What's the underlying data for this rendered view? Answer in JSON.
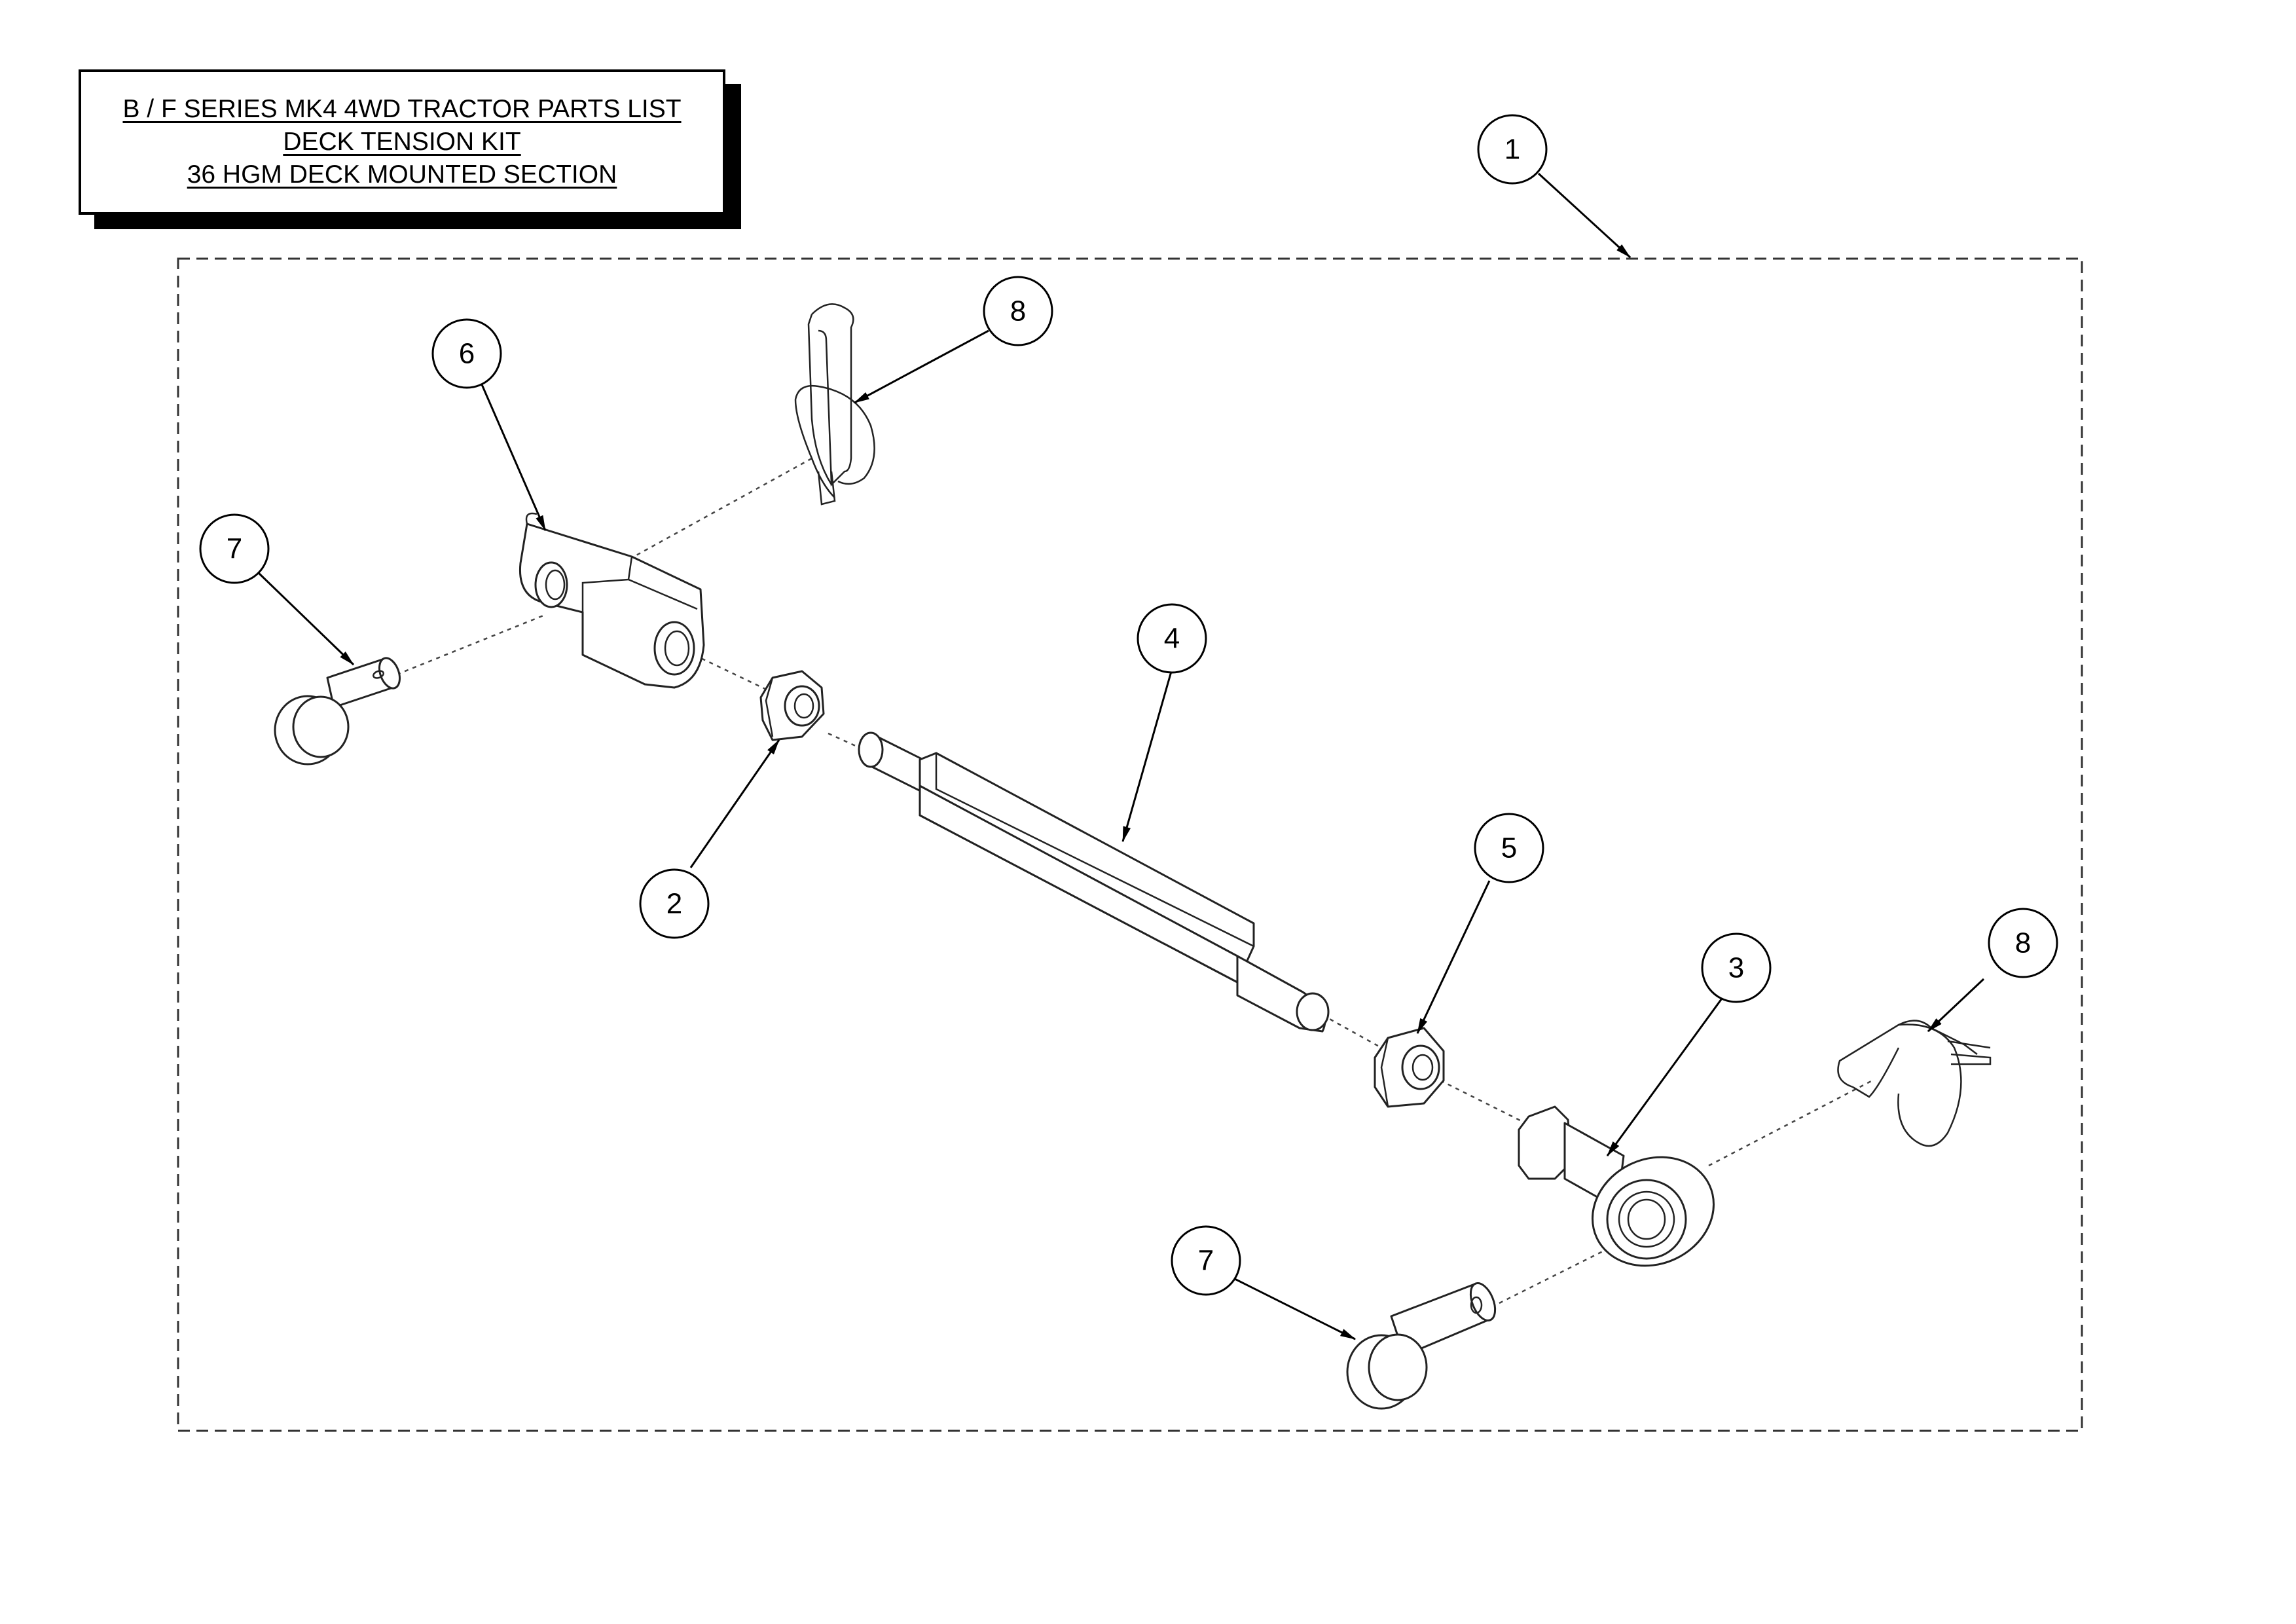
{
  "title": {
    "line1": "B / F SERIES MK4 4WD TRACTOR PARTS LIST",
    "line2": "DECK TENSION KIT",
    "line3": "36 HGM DECK MOUNTED SECTION"
  },
  "callouts": [
    {
      "id": "c1",
      "label": "1"
    },
    {
      "id": "c2",
      "label": "2"
    },
    {
      "id": "c3",
      "label": "3"
    },
    {
      "id": "c4",
      "label": "4"
    },
    {
      "id": "c5",
      "label": "5"
    },
    {
      "id": "c6",
      "label": "6"
    },
    {
      "id": "c7a",
      "label": "7"
    },
    {
      "id": "c7b",
      "label": "7"
    },
    {
      "id": "c8a",
      "label": "8"
    },
    {
      "id": "c8b",
      "label": "8"
    }
  ]
}
